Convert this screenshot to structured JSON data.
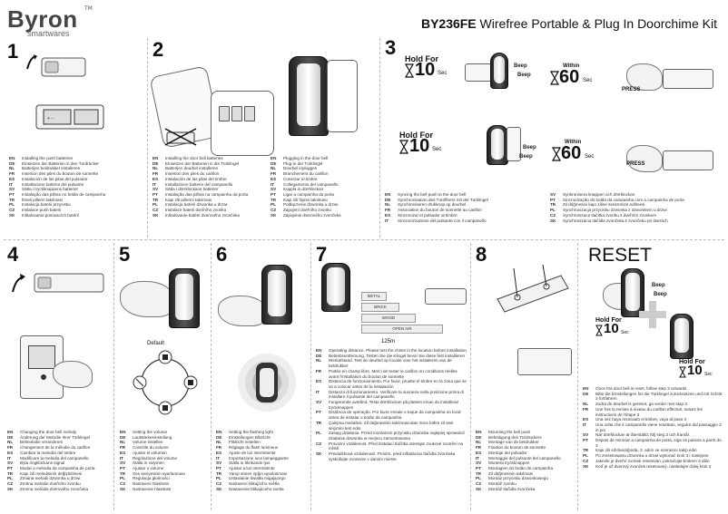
{
  "brand": {
    "name": "Byron",
    "sub": "smartwares",
    "tm": "TM"
  },
  "title": {
    "model": "BY236FE",
    "rest": "Wirefree Portable & Plug In Doorchime Kit"
  },
  "steps": [
    "1",
    "2",
    "3",
    "4",
    "5",
    "6",
    "7",
    "8"
  ],
  "reset_label": "RESET",
  "hold_for": "Hold For",
  "ten": "10",
  "sec": "Sec",
  "within": "Within",
  "sixty": "60",
  "press": "PRESS",
  "beep": "Beep",
  "default_label": "Default",
  "distance_label": "125m",
  "materials": [
    "METAL",
    "BRICK",
    "WOOD",
    "OPEN AIR"
  ],
  "step1": [
    {
      "l": "EN",
      "t": "Installing the push batteries"
    },
    {
      "l": "DE",
      "t": "Einsetzen der Batterien in den Türdrücker"
    },
    {
      "l": "NL",
      "t": "Batterijen beldrukker installeren"
    },
    {
      "l": "FR",
      "t": "Insertion des piles du bouton de sonnette"
    },
    {
      "l": "ES",
      "t": "Instalación de las pilas del pulsador"
    },
    {
      "l": "IT",
      "t": "Installazione batterie del pulsante"
    },
    {
      "l": "SV",
      "t": "Sätta i tryckknappens batterier"
    },
    {
      "l": "PT",
      "t": "Instalação das pilhas no botão de campainha"
    },
    {
      "l": "TR",
      "t": "İtmeli pillerin takılması"
    },
    {
      "l": "PL",
      "t": "Instalacja baterii przycisku"
    },
    {
      "l": "CZ",
      "t": "Instalace push baterii"
    },
    {
      "l": "SK",
      "t": "Inštalovanie posúvacích batérií"
    }
  ],
  "step2a": [
    {
      "l": "EN",
      "t": "Installing the door bell batteries"
    },
    {
      "l": "DE",
      "t": "Einsetzen der Batterien in die Türklingel"
    },
    {
      "l": "NL",
      "t": "Batterijen deurbel installeren"
    },
    {
      "l": "FR",
      "t": "Insertion des piles du carillon"
    },
    {
      "l": "ES",
      "t": "Instalación de las pilas del timbre"
    },
    {
      "l": "IT",
      "t": "Installazione batterie del campanello"
    },
    {
      "l": "SV",
      "t": "Sätta i dörrklockans batterier"
    },
    {
      "l": "PT",
      "t": "Instalação das pilhas na campainha da porta"
    },
    {
      "l": "TR",
      "t": "Kapı zili pillerini takılması"
    },
    {
      "l": "PL",
      "t": "Instalacja baterii dzwonka u drzwi"
    },
    {
      "l": "CZ",
      "t": "Instalace baterii dveřního zvonku"
    },
    {
      "l": "SK",
      "t": "Inštalovanie batérií dverového zvončeka"
    }
  ],
  "step2b": [
    {
      "l": "EN",
      "t": "Plugging in the door bell"
    },
    {
      "l": "DE",
      "t": "Plug-in der Türklingel"
    },
    {
      "l": "NL",
      "t": "Deurbel inpluggen"
    },
    {
      "l": "FR",
      "t": "Branchement du carillon"
    },
    {
      "l": "ES",
      "t": "Conectar el timbre"
    },
    {
      "l": "IT",
      "t": "Collegamento del campanello"
    },
    {
      "l": "SV",
      "t": "Koppla in dörrklockan"
    },
    {
      "l": "PT",
      "t": "Ligar a campainha da porta"
    },
    {
      "l": "TR",
      "t": "Kapı zili fişinin takılması"
    },
    {
      "l": "PL",
      "t": "Podłączenie dzwonka u drzwi"
    },
    {
      "l": "CZ",
      "t": "Zapojení dveřního zvonku"
    },
    {
      "l": "SK",
      "t": "Zapojenie dverového zvončeka"
    }
  ],
  "step3a": [
    {
      "l": "EN",
      "t": "Syncing the bell push to the door bell"
    },
    {
      "l": "DE",
      "t": "Synchronisation des Türöffners mit der Türklingel"
    },
    {
      "l": "NL",
      "t": "Synchroniseren drukknop op deurbel"
    },
    {
      "l": "FR",
      "t": "Association du bouton de sonnette au carillon"
    },
    {
      "l": "ES",
      "t": "Sincronizar el pulsador al timbre"
    },
    {
      "l": "IT",
      "t": "Sincronizzazione del pulsante con il campanello"
    }
  ],
  "step3b": [
    {
      "l": "SV",
      "t": "Synkronisera knappen och dörrklockan"
    },
    {
      "l": "PT",
      "t": "Sincronização do botão da campainha com a campainha de porta"
    },
    {
      "l": "TR",
      "t": "Zil düğmesini kapı ziline senkronize edilmesi"
    },
    {
      "l": "PL",
      "t": "Synchronizacja przycisku dzwonka z dzwonkiem u drzwi"
    },
    {
      "l": "CZ",
      "t": "Synchronizace tlačítka zvonku s dveřním zvonkem"
    },
    {
      "l": "SK",
      "t": "Synchronizácia tlačidla zvončeka k zvončeku pri dverách"
    }
  ],
  "step4": [
    {
      "l": "EN",
      "t": "Changing the door bell melody"
    },
    {
      "l": "DE",
      "t": "Änderung der Melodie Ihrer Türklingel"
    },
    {
      "l": "NL",
      "t": "Belmelodie veranderen"
    },
    {
      "l": "FR",
      "t": "Changement de la mélodie du carillon"
    },
    {
      "l": "ES",
      "t": "Cambiar la melodía del timbre"
    },
    {
      "l": "IT",
      "t": "Modificare la melodia del campanello"
    },
    {
      "l": "SV",
      "t": "Byta ringklockans signal"
    },
    {
      "l": "PT",
      "t": "Mudar a melodia da campainha de porta"
    },
    {
      "l": "TR",
      "t": "Kapı zili melodisinin değiştirilmesi"
    },
    {
      "l": "PL",
      "t": "Zmiana melodii dzwonka u drzwi"
    },
    {
      "l": "CZ",
      "t": "Změna melodie dveřního zvonku"
    },
    {
      "l": "SK",
      "t": "Zmena melódie dverového zvončeka"
    }
  ],
  "step5": [
    {
      "l": "EN",
      "t": "Setting the volume"
    },
    {
      "l": "DE",
      "t": "Lautstärkeeinstellung"
    },
    {
      "l": "NL",
      "t": "Volume instellen"
    },
    {
      "l": "FR",
      "t": "Contrôle du volume"
    },
    {
      "l": "ES",
      "t": "Ajustar el volumen"
    },
    {
      "l": "IT",
      "t": "Regolazione del volume"
    },
    {
      "l": "SV",
      "t": "Ställa in volymen"
    },
    {
      "l": "PT",
      "t": "Ajustar o volume"
    },
    {
      "l": "TR",
      "t": "Ses seviyesinin ayarlanması"
    },
    {
      "l": "PL",
      "t": "Regulacja głośności"
    },
    {
      "l": "CZ",
      "t": "Nastavení hlasitosti"
    },
    {
      "l": "SK",
      "t": "Nastavenie hlasitosti"
    }
  ],
  "step6": [
    {
      "l": "EN",
      "t": "Setting the flashing light"
    },
    {
      "l": "DE",
      "t": "Einstellungen Blitzlicht"
    },
    {
      "l": "NL",
      "t": "Flitslicht instellen"
    },
    {
      "l": "FR",
      "t": "Réglage du flash lumineux"
    },
    {
      "l": "ES",
      "t": "Ajuste de luz intermitente"
    },
    {
      "l": "IT",
      "t": "Impostazione luce lampeggiante"
    },
    {
      "l": "SV",
      "t": "Ställa in blinkande ljus"
    },
    {
      "l": "PT",
      "t": "Ajustar a luz intermitente"
    },
    {
      "l": "TR",
      "t": "Yanıp sönen ışığın ayarlanması"
    },
    {
      "l": "PL",
      "t": "Ustawianie światła migającego"
    },
    {
      "l": "CZ",
      "t": "Nastavení blikajícího světla"
    },
    {
      "l": "SK",
      "t": "Nastavenie blikajúceho svetla"
    }
  ],
  "step7": [
    {
      "l": "EN",
      "t": "Operating distance. Please test the chime in the location before installation"
    },
    {
      "l": "DE",
      "t": "Betriebsentfernung. Testen Sie die Klingel bevor Sie diese fest installieren"
    },
    {
      "l": "NL",
      "t": "Werkafstand. Test de deurbel op locatie voor het installeren van de beldrukker"
    },
    {
      "l": "FR",
      "t": "Portée en champ libre. Merci de tester le carillon en conditions réelles avant l'installation du bouton de sonnette"
    },
    {
      "l": "ES",
      "t": "Distancia de funcionamiento. Por favor, pruebe el timbre en la zona que se va a colocar antes de la instalación"
    },
    {
      "l": "IT",
      "t": "Distanza di funzionamento. Verificare la suoneria nella posizione prima di installare il pulsante del campanello"
    },
    {
      "l": "SV",
      "t": "Fungerande avstånd. Testa dörrklockan på platsen innan du installerar tryckknappen"
    },
    {
      "l": "PT",
      "t": "Distância de operação. Por favor ensaie o toque da campainha no local antes de instalar o botão da campainha"
    },
    {
      "l": "TR",
      "t": "Çalışma mesafesi. Zil düğmesinin takılmasından önce lütfen zil sesi seçimini test edin."
    },
    {
      "l": "PL",
      "t": "Zasięg działania. Przed montażem przycisku dzwonka najlepiej sprawdzić działanie dzwonka w miejscu zamontowania"
    },
    {
      "l": "CZ",
      "t": "Provozní vzdálenost. Před instalací tlačítka otestujte zvukové zvonění na místě."
    },
    {
      "l": "SK",
      "t": "Prevádzková vzdialenosť. Prosím, pred inštaláciou tlačidla zvončeka vyskúšajte zvonenie v danom mieste"
    }
  ],
  "step8": [
    {
      "l": "EN",
      "t": "Mounting the bell push"
    },
    {
      "l": "DE",
      "t": "Befestigung des Türdrückers"
    },
    {
      "l": "NL",
      "t": "Montage van de beldrukker"
    },
    {
      "l": "FR",
      "t": "Fixation du bouton de sonnette"
    },
    {
      "l": "ES",
      "t": "Montaje del pulsador"
    },
    {
      "l": "IT",
      "t": "Montaggio del pulsante del campanello"
    },
    {
      "l": "SV",
      "t": "Montera tryckknappen"
    },
    {
      "l": "PT",
      "t": "Montagem do botão de campainha"
    },
    {
      "l": "TR",
      "t": "Zil düğmesinin takılması"
    },
    {
      "l": "PL",
      "t": "Montaż przycisku dzwonkowego"
    },
    {
      "l": "CZ",
      "t": "Montáž zvonku"
    },
    {
      "l": "SK",
      "t": "Montáž tlačidla zvončeka"
    }
  ],
  "reset": [
    {
      "l": "EN",
      "t": "Once the door bell is reset, follow step 3 onwards"
    },
    {
      "l": "DE",
      "t": "Bitte die Einstellungen für die Türklingel zurücksetzen und mit Schritt 3 fortfahren"
    },
    {
      "l": "NL",
      "t": "Zodra de deurbel is gereset, ga verder met stap 3"
    },
    {
      "l": "FR",
      "t": "Une fois la remise à niveau du carillon effectué, suivez les instructions de l'étape 3"
    },
    {
      "l": "ES",
      "t": "Una vez haya reiniciado el timbre, vaya al paso 3"
    },
    {
      "l": "IT",
      "t": "Una volta che il campanello viene resettato, seguire dal passaggio 3 in poi"
    },
    {
      "l": "SV",
      "t": "När dörrklockan är återställd, följ steg 3 och framåt"
    },
    {
      "l": "PT",
      "t": "Depois de reiniciar a campainha de porta, siga os passos a partir do 3"
    },
    {
      "l": "TR",
      "t": "Kapı zili sıfırlandığında, 3. adım ve sonrasını takip edin"
    },
    {
      "l": "PL",
      "t": "Po zresetowaniu dzwonka u drzwi wykonać krok 3 i następne"
    },
    {
      "l": "CZ",
      "t": "Jakmile je dveřní zvonek resetován, pokračujte krokem 3 dále"
    },
    {
      "l": "SK",
      "t": "Keď je už dverový zvonček resetovaný, nasledujte ďalej krok 3"
    }
  ]
}
